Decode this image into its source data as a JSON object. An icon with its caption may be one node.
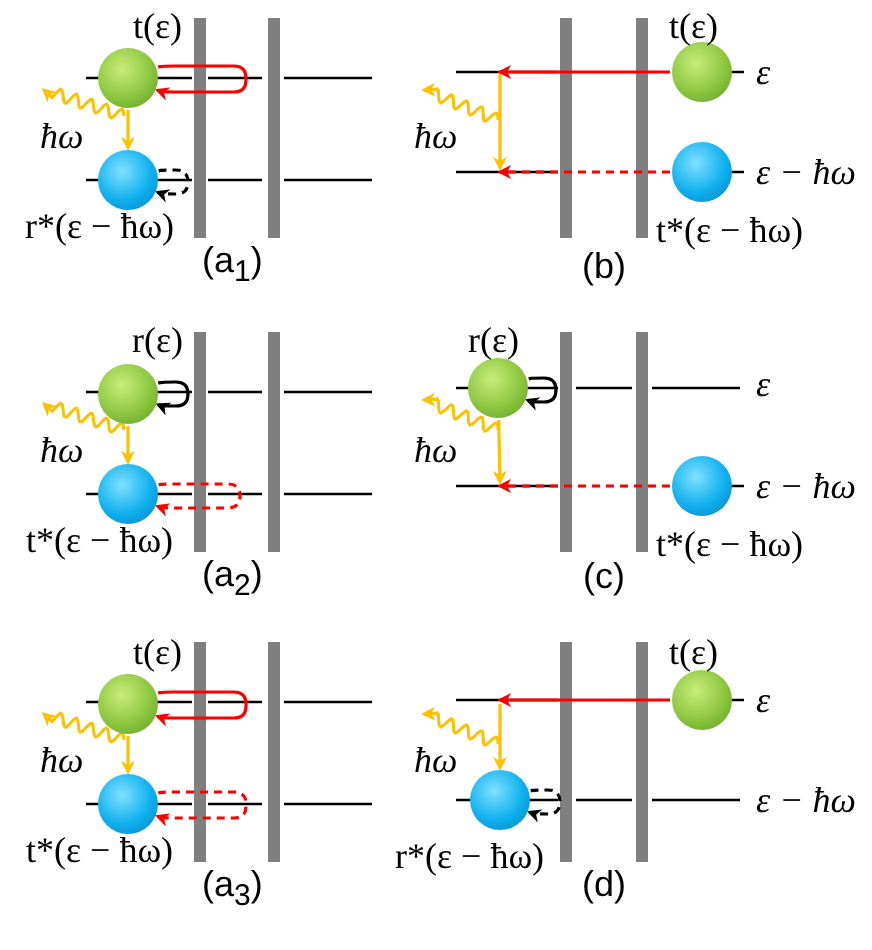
{
  "diagram": {
    "nodes": [
      {
        "text": [],
        "shape": "circle",
        "beside": [
          "t(ε)"
        ]
      },
      {
        "text": [],
        "shape": "circle",
        "beside": [
          "r*(ε − ħω)"
        ]
      },
      {
        "text": [],
        "shape": "circle",
        "beside": [
          "t(ε)"
        ]
      },
      {
        "text": [],
        "shape": "circle",
        "beside": [
          "t*(ε − ħω)"
        ]
      },
      {
        "text": [],
        "shape": "circle",
        "beside": [
          "r(ε)"
        ]
      },
      {
        "text": [],
        "shape": "circle",
        "beside": [
          "t*(ε − ħω)"
        ]
      },
      {
        "text": [],
        "shape": "circle",
        "beside": [
          "r(ε)"
        ]
      },
      {
        "text": [],
        "shape": "circle",
        "beside": [
          "t*(ε − ħω)"
        ]
      },
      {
        "text": [],
        "shape": "circle",
        "beside": [
          "t(ε)"
        ]
      },
      {
        "text": [],
        "shape": "circle",
        "beside": [
          "t*(ε − ħω)"
        ]
      },
      {
        "text": [],
        "shape": "circle",
        "beside": [
          "t(ε)"
        ]
      },
      {
        "text": [],
        "shape": "circle",
        "beside": [
          "r*(ε − ħω)"
        ]
      }
    ],
    "edges": [
      {
        "from": 0,
        "to": 1,
        "arrow": "to",
        "color": "#ffc000"
      },
      {
        "from": 0,
        "to": 0,
        "arrow": "to",
        "color": "#ff0000"
      },
      {
        "from": 1,
        "to": 1,
        "arrow": "to",
        "style": "dashed",
        "color": "#000000"
      },
      {
        "from": 2,
        "to": null,
        "arrow": "to",
        "color": "#ff0000"
      },
      {
        "from": 3,
        "to": null,
        "arrow": "to",
        "style": "dashed",
        "color": "#ff0000"
      },
      {
        "from": 4,
        "to": 5,
        "arrow": "to",
        "color": "#ffc000"
      },
      {
        "from": 4,
        "to": 4,
        "arrow": "to",
        "color": "#000000"
      },
      {
        "from": 5,
        "to": 5,
        "arrow": "to",
        "style": "dashed",
        "color": "#ff0000"
      },
      {
        "from": 6,
        "to": null,
        "arrow": "to",
        "color": "#ffc000"
      },
      {
        "from": 6,
        "to": 6,
        "arrow": "to",
        "color": "#000000"
      },
      {
        "from": 7,
        "to": null,
        "arrow": "to",
        "style": "dashed",
        "color": "#ff0000"
      },
      {
        "from": 8,
        "to": 9,
        "arrow": "to",
        "color": "#ffc000"
      },
      {
        "from": 8,
        "to": 8,
        "arrow": "to",
        "color": "#ff0000"
      },
      {
        "from": 9,
        "to": 9,
        "arrow": "to",
        "style": "dashed",
        "color": "#ff0000"
      },
      {
        "from": 10,
        "to": null,
        "arrow": "to",
        "color": "#ff0000"
      },
      {
        "from": null,
        "to": 11,
        "arrow": "to",
        "color": "#ffc000"
      },
      {
        "from": 11,
        "to": 11,
        "arrow": "to",
        "style": "dashed",
        "color": "#000000"
      }
    ],
    "labels": [
      "ħω",
      "(a$_{1}$)",
      "ħω",
      "ε",
      "ε − ħω",
      "(b)",
      "ħω",
      "(a$_{2}$)",
      "ħω",
      "ε",
      "ε − ħω",
      "(c)",
      "ħω",
      "(a$_{3}$)",
      "ħω",
      "ε",
      "ε − ħω",
      "(d)"
    ]
  }
}
